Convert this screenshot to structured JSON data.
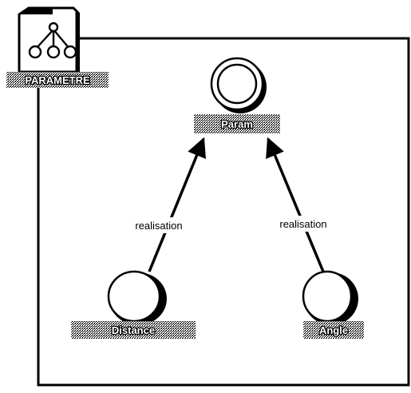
{
  "package": {
    "name": "PARAMETRE",
    "icon": "hierarchy-folder-icon"
  },
  "nodes": {
    "param": {
      "label": "Param",
      "shape": "double-circle"
    },
    "distance": {
      "label": "Distance",
      "shape": "circle"
    },
    "angle": {
      "label": "Angle",
      "shape": "circle"
    }
  },
  "edges": [
    {
      "from": "Distance",
      "to": "Param",
      "label": "realisation"
    },
    {
      "from": "Angle",
      "to": "Param",
      "label": "realisation"
    }
  ],
  "colors": {
    "line": "#000000",
    "background": "#ffffff",
    "label_fill": "#9a9a9a"
  }
}
